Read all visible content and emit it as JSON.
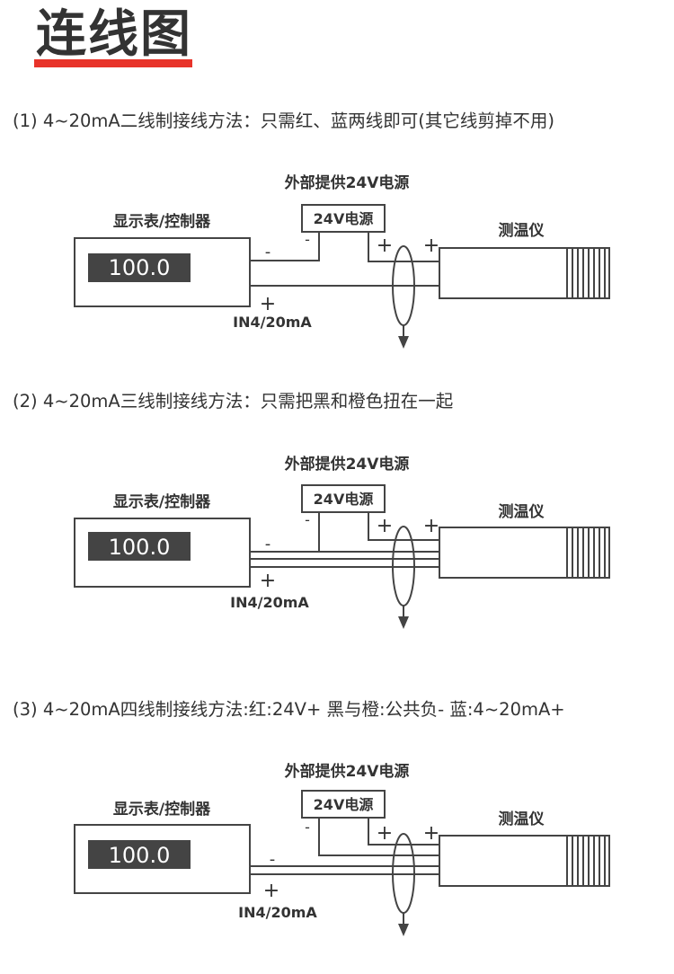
{
  "title": "连线图",
  "methods": [
    "(1) 4~20mA二线制接线方法：只需红、蓝两线即可(其它线剪掉不用)",
    "(2) 4~20mA三线制接线方法：只需把黑和橙色扭在一起",
    "(3) 4~20mA四线制接线方法:红:24V+  黑与橙:公共负-  蓝:4~20mA+"
  ],
  "diagram_labels": {
    "external_power": "外部提供24V电源",
    "power_box": "24V电源",
    "display_controller": "显示表/控制器",
    "display_value": "100.0",
    "thermometer": "测温仪",
    "input_label": "IN4/20mA",
    "plus": "+",
    "minus": "-"
  },
  "colors": {
    "title_underline": "#e8332a",
    "line": "#444444",
    "display_bg": "#444444"
  }
}
